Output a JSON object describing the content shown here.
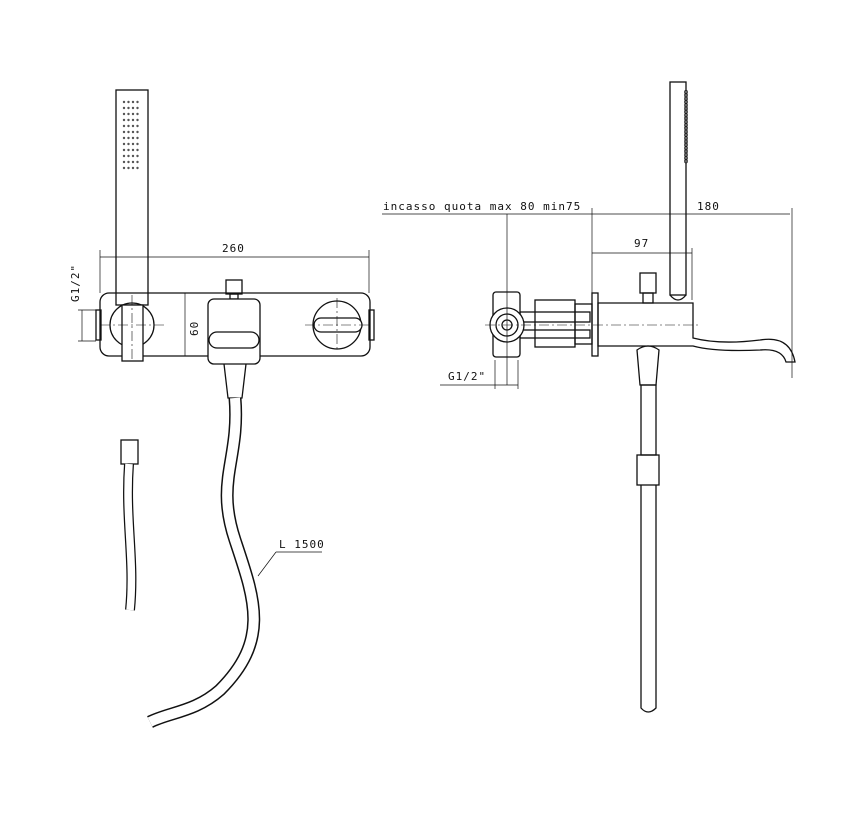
{
  "front_view": {
    "width_dim": "260",
    "height_dim": "60",
    "inlet_dim": "G1/2\"",
    "hose_length": "L 1500"
  },
  "side_view": {
    "recess_note": "incasso quota max 80 min75",
    "depth_dim": "180",
    "handshower_dim": "97",
    "inlet_dim": "G1/2\""
  }
}
